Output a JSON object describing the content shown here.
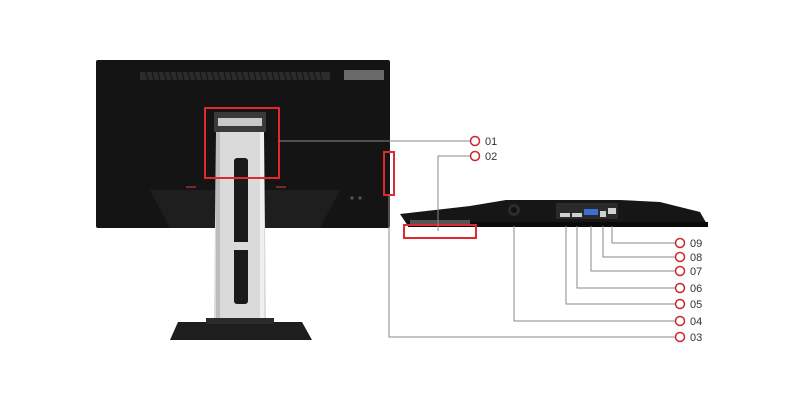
{
  "callouts": [
    {
      "id": "01",
      "label": "01"
    },
    {
      "id": "02",
      "label": "02"
    },
    {
      "id": "09",
      "label": "09"
    },
    {
      "id": "08",
      "label": "08"
    },
    {
      "id": "07",
      "label": "07"
    },
    {
      "id": "06",
      "label": "06"
    },
    {
      "id": "05",
      "label": "05"
    },
    {
      "id": "04",
      "label": "04"
    },
    {
      "id": "03",
      "label": "03"
    }
  ],
  "colors": {
    "highlight": "#e0292f",
    "marker": "#c8282c",
    "leader_line": "#8a8a8a",
    "monitor_body": "#141414",
    "stand": "#d9d9d9",
    "background": "#ffffff"
  }
}
